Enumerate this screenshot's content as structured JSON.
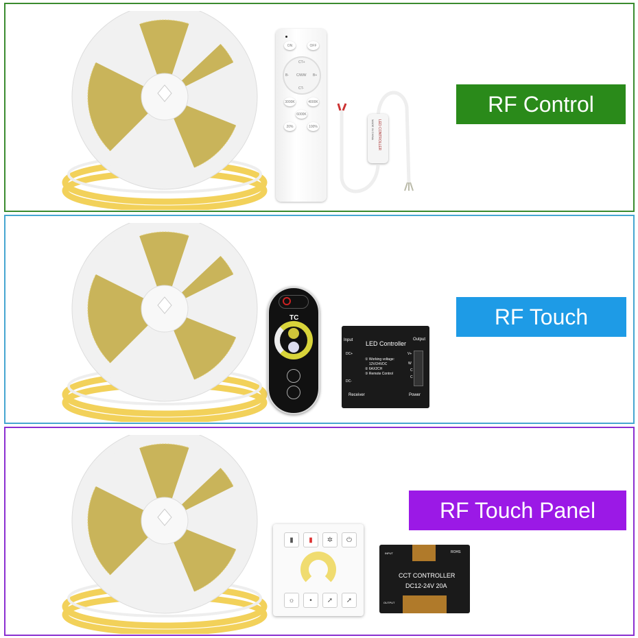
{
  "colors": {
    "green": "#2a8a1a",
    "blue": "#1e9be6",
    "purple": "#9b19e6",
    "green_border": "#3a8a2e",
    "blue_border": "#45a5d0",
    "purple_border": "#8a2ed0",
    "strip_yellow": "#f2d15a"
  },
  "sections": [
    {
      "label": "RF Control"
    },
    {
      "label": "RF Touch"
    },
    {
      "label": "RF Touch Panel"
    }
  ],
  "rf_remote": {
    "on": "ON",
    "off": "OFF",
    "ct_up": "CT+",
    "ct_down": "CT-",
    "b_down": "B-",
    "b_up": "B+",
    "cw": "C/WW",
    "b1": "3000K",
    "b2": "4000K",
    "b3": "6000K",
    "b4": "20%",
    "b5": "100%"
  },
  "mini_controller": {
    "text": "LED CONTROLLER",
    "made": "MADE IN CHINA"
  },
  "touch_remote": {
    "logo": "TC"
  },
  "led_controller": {
    "title": "LED Controller",
    "input": "Input",
    "output": "Output",
    "dc_plus": "DC+",
    "dc_minus": "DC-",
    "spec1": "① Working voltage:",
    "spec1b": "12V/24VDC",
    "spec2": "② 6AX2CH",
    "spec3": "③ Remote Control",
    "receiver": "Receiver",
    "power": "Power",
    "v_plus": "V+",
    "w": "W",
    "c1": "C",
    "c2": "C"
  },
  "cct_controller": {
    "title": "CCT CONTROLLER",
    "spec": "DC12-24V 20A",
    "input": "INPUT",
    "output": "OUTPUT",
    "brand": "ROHS"
  }
}
